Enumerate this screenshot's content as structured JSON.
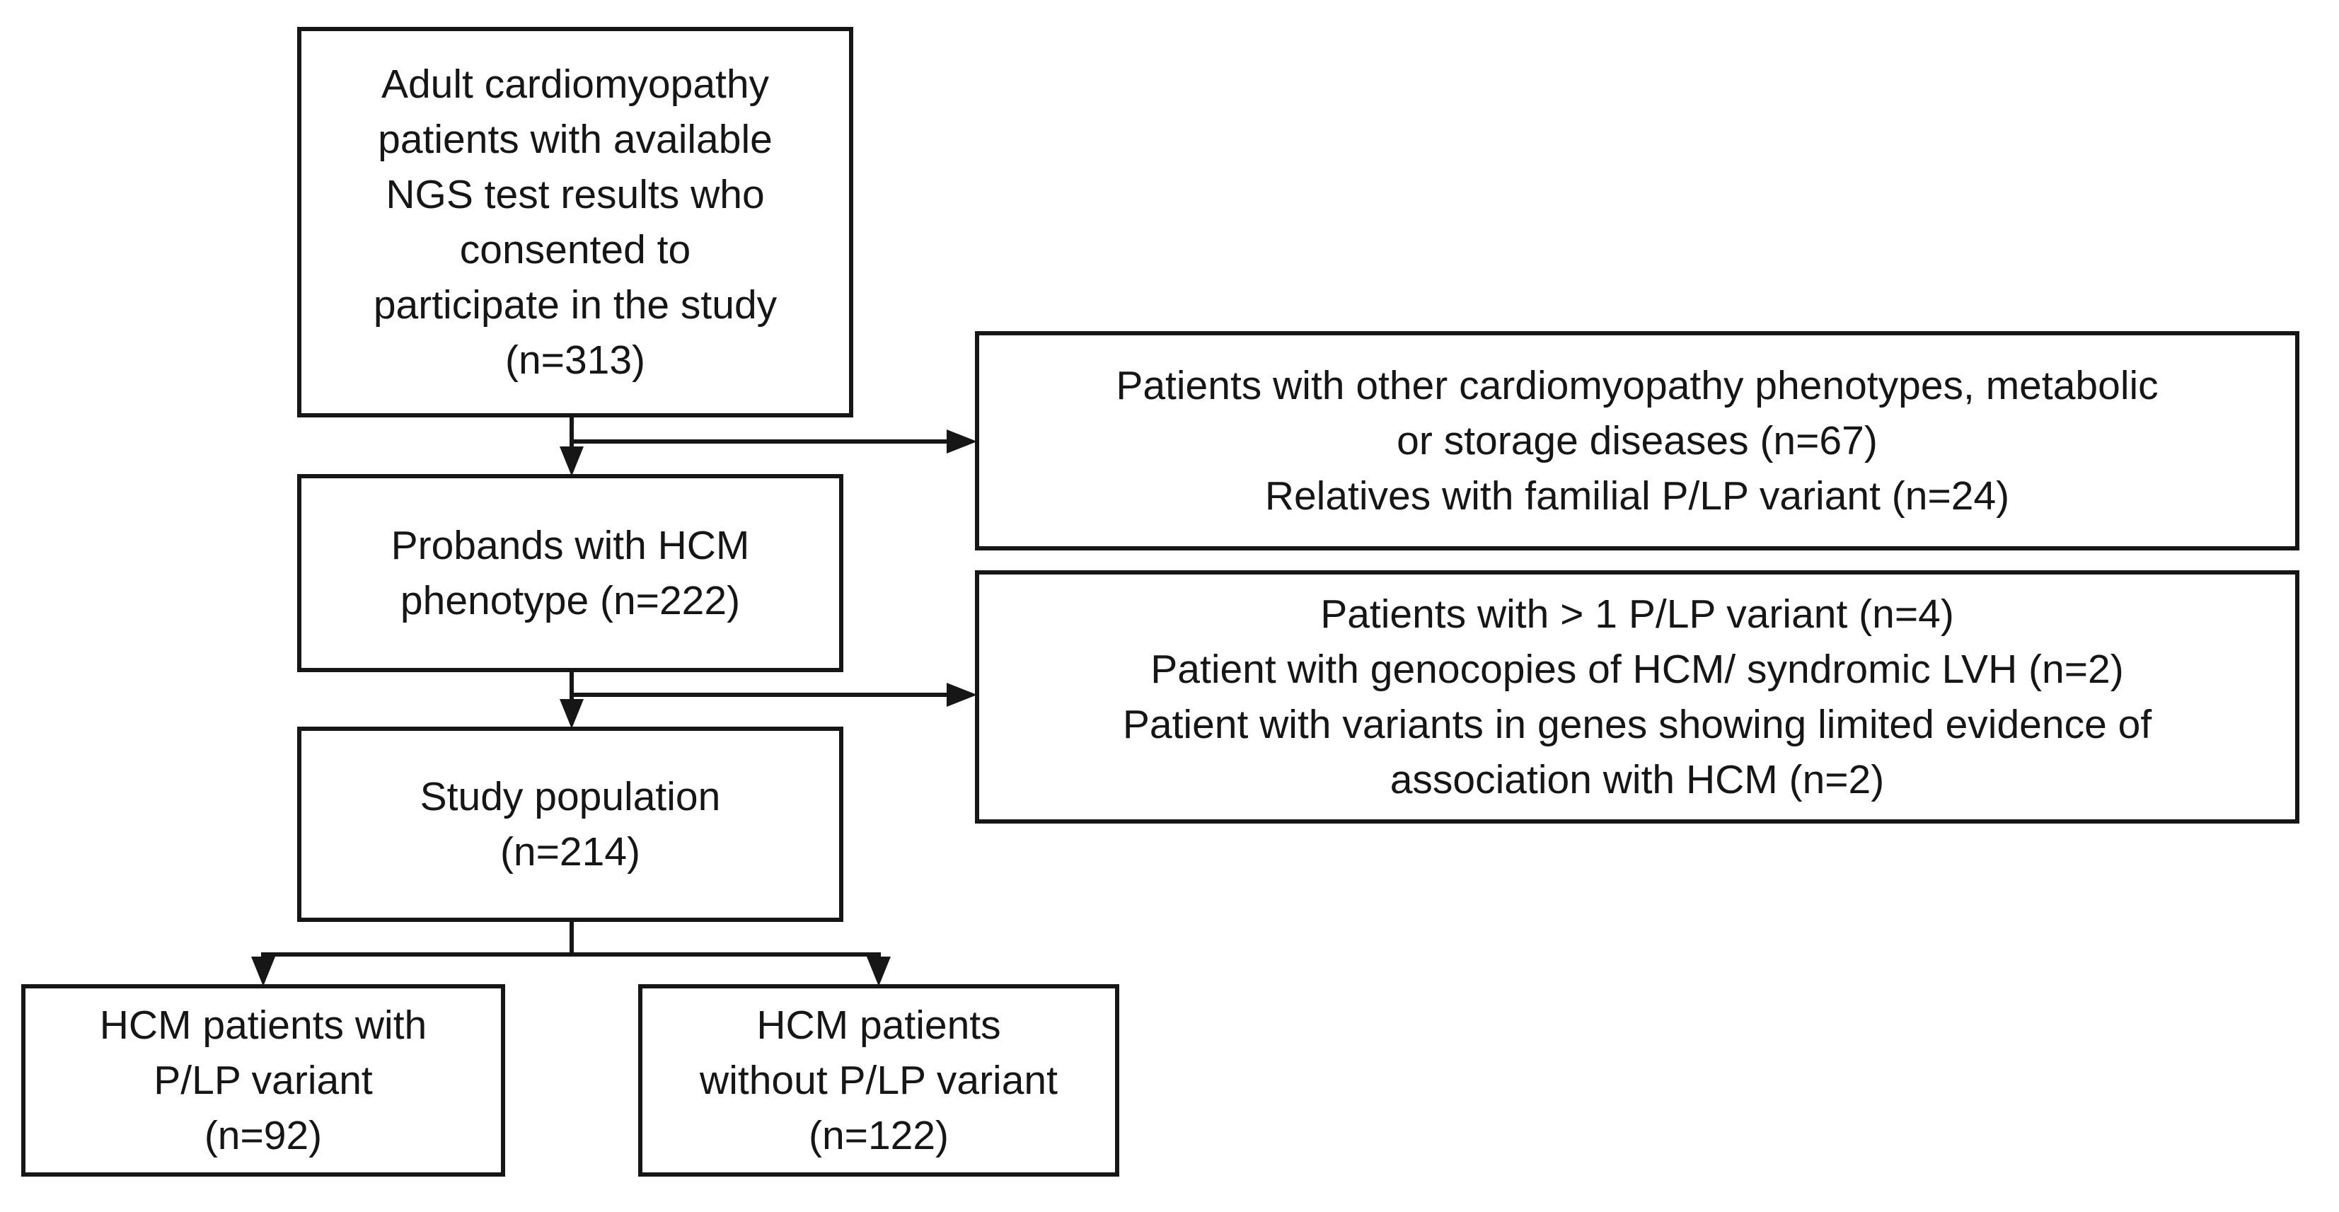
{
  "diagram": {
    "colors": {
      "background": "#ffffff",
      "box_border": "#161616",
      "text": "#161616",
      "connector": "#161616"
    },
    "boxes": {
      "enrolled": {
        "text": "Adult cardiomyopathy\npatients with available\nNGS test results who\nconsented to\nparticipate in the study\n(n=313)",
        "n": 313
      },
      "excluded_phenotypes": {
        "text": "Patients with other cardiomyopathy phenotypes, metabolic\nor storage diseases (n=67)\nRelatives with familial P/LP variant (n=24)",
        "n_values": [
          67,
          24
        ]
      },
      "probands": {
        "text": "Probands with HCM\nphenotype (n=222)",
        "n": 222
      },
      "excluded_variants": {
        "text": "Patients with > 1 P/LP variant (n=4)\nPatient with genocopies of HCM/ syndromic LVH (n=2)\nPatient with variants in genes showing limited evidence of\nassociation with HCM (n=2)",
        "n_values": [
          4,
          2,
          2
        ]
      },
      "study_population": {
        "text": "Study population\n(n=214)",
        "n": 214
      },
      "with_variant": {
        "text": "HCM patients with\nP/LP variant\n(n=92)",
        "n": 92
      },
      "without_variant": {
        "text": "HCM patients\nwithout P/LP variant\n(n=122)",
        "n": 122
      }
    }
  }
}
